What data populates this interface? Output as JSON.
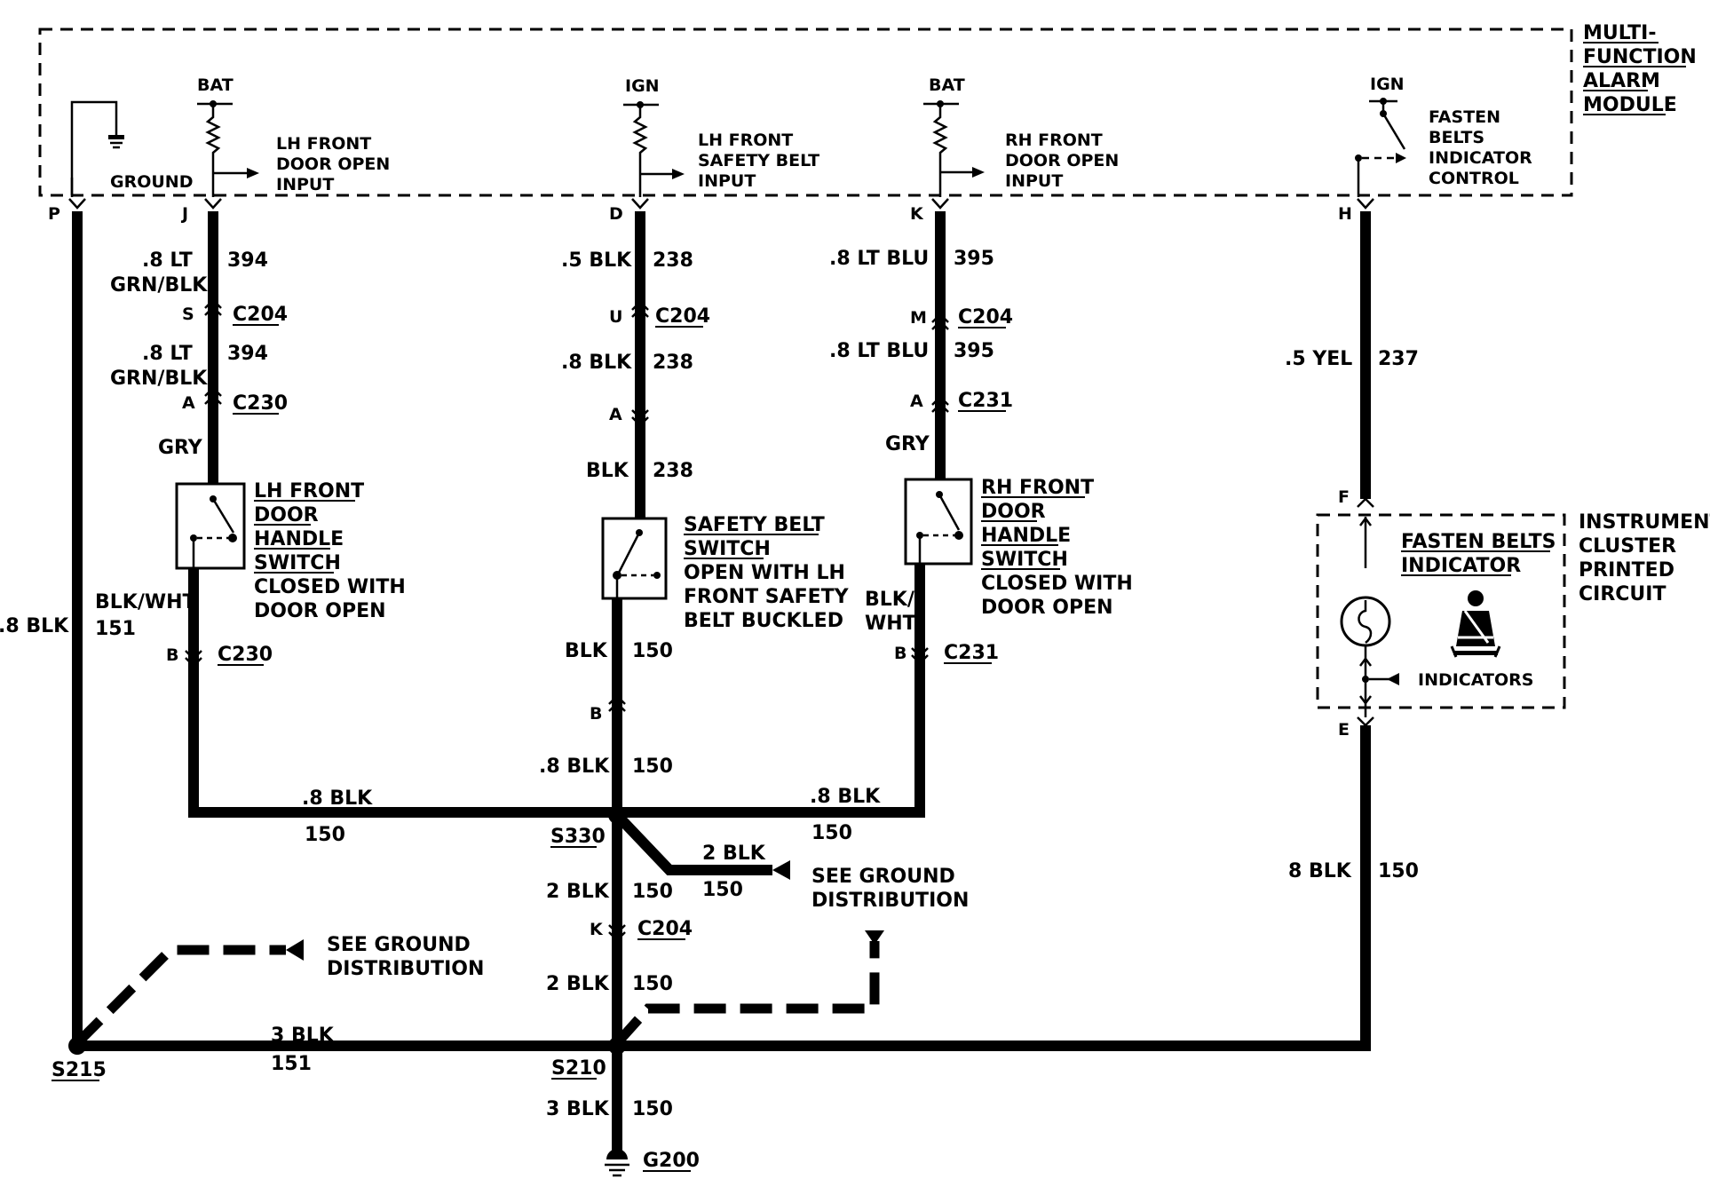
{
  "modules": {
    "mfam": [
      "MULTI-",
      "FUNCTION",
      "ALARM",
      "MODULE"
    ],
    "cluster": [
      "INSTRUMENT",
      "CLUSTER",
      "PRINTED",
      "CIRCUIT"
    ]
  },
  "module_inputs": {
    "bat": "BAT",
    "ign": "IGN",
    "ground": "GROUND",
    "lh_door": [
      "LH FRONT",
      "DOOR OPEN",
      "INPUT"
    ],
    "lh_belt": [
      "LH FRONT",
      "SAFETY BELT",
      "INPUT"
    ],
    "rh_door": [
      "RH FRONT",
      "DOOR OPEN",
      "INPUT"
    ],
    "fasten_ctrl": [
      "FASTEN",
      "BELTS",
      "INDICATOR",
      "CONTROL"
    ]
  },
  "pins": {
    "p": "P",
    "j": "J",
    "d": "D",
    "k": "K",
    "h": "H",
    "s": "S",
    "u": "U",
    "m": "M",
    "a": "A",
    "b": "B",
    "f": "F",
    "e": "E",
    "k2": "K"
  },
  "wires": {
    "lt_grn_blk_a": ".8 LT",
    "grn_blk": "GRN/BLK",
    "c394": "394",
    "blk_05": ".5 BLK",
    "c238": "238",
    "lt_blu": ".8 LT BLU",
    "c395": "395",
    "blk_08": ".8 BLK",
    "gry": "GRY",
    "blk": "BLK",
    "blk_wht": "BLK/WHT",
    "c151": "151",
    "blk_slash": "BLK/",
    "wht": "WHT",
    "yel_05": ".5 YEL",
    "c237": "237",
    "c150": "150",
    "blk_8": ".8 BLK",
    "blk_8b": "8 BLK",
    "blk_2": "2 BLK",
    "blk_3": "3 BLK"
  },
  "connectors": {
    "c204": "C204",
    "c230": "C230",
    "c231": "C231"
  },
  "splices": {
    "s330": "S330",
    "s210": "S210",
    "s215": "S215",
    "g200": "G200"
  },
  "components": {
    "lh_door_switch": [
      "LH FRONT",
      "DOOR",
      "HANDLE",
      "SWITCH",
      "CLOSED WITH",
      "DOOR OPEN"
    ],
    "belt_switch": [
      "SAFETY BELT",
      "SWITCH",
      "OPEN WITH LH",
      "FRONT SAFETY",
      "BELT BUCKLED"
    ],
    "rh_door_switch": [
      "RH FRONT",
      "DOOR",
      "HANDLE",
      "SWITCH",
      "CLOSED WITH",
      "DOOR OPEN"
    ],
    "fasten_indicator": [
      "FASTEN BELTS",
      "INDICATOR"
    ],
    "indicators": "INDICATORS"
  },
  "notes": {
    "see_ground": [
      "SEE GROUND",
      "DISTRIBUTION"
    ]
  }
}
